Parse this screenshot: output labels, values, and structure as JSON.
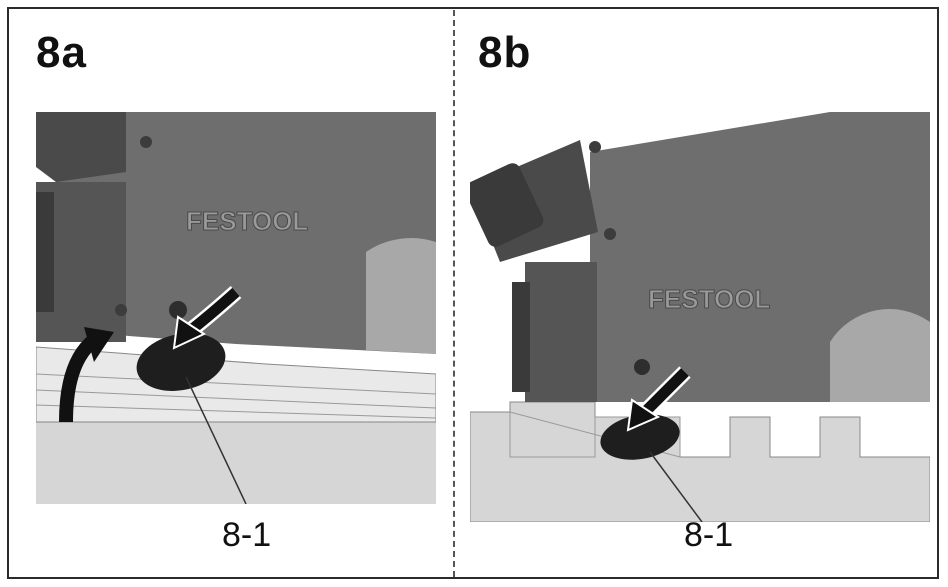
{
  "panels": [
    {
      "label": "8a",
      "callout": "8-1",
      "brand": "FESTOOL"
    },
    {
      "label": "8b",
      "callout": "8-1",
      "brand": "FESTOOL"
    }
  ],
  "colors": {
    "saw_body": "#6e6e6e",
    "saw_dark": "#4a4a4a",
    "rail": "#d6d6d6",
    "arrow": "#111111",
    "lever": "#1e1e1e"
  }
}
